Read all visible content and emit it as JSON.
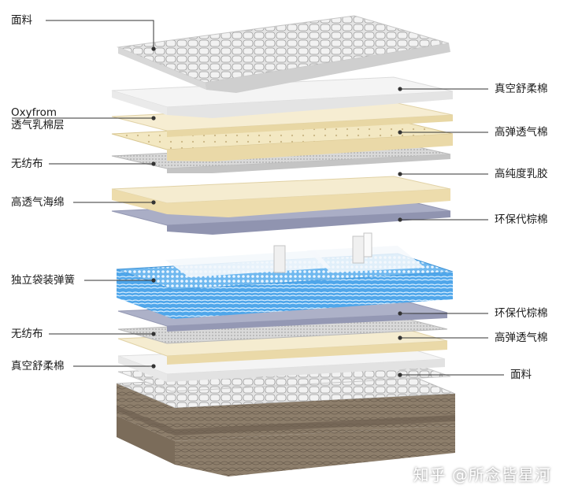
{
  "labels_left": [
    {
      "id": "mianliao-top",
      "text": "面料"
    },
    {
      "id": "oxyfrom",
      "line1": "Oxyfrom",
      "line2": "透气乳棉层"
    },
    {
      "id": "wufangbu-top",
      "text": "无纺布"
    },
    {
      "id": "gaotouqi-haimian",
      "text": "高透气海绵"
    },
    {
      "id": "duli-daizhuang",
      "text": "独立袋装弹簧"
    },
    {
      "id": "wufangbu-bottom",
      "text": "无纺布"
    },
    {
      "id": "zhenkong-bottom",
      "text": "真空舒柔棉"
    }
  ],
  "labels_right": [
    {
      "id": "zhenkong-top",
      "text": "真空舒柔棉"
    },
    {
      "id": "gaotan-top",
      "text": "高弹透气棉"
    },
    {
      "id": "gaochun-rujiao",
      "text": "高纯度乳胶"
    },
    {
      "id": "huanbao-top",
      "text": "环保代棕棉"
    },
    {
      "id": "huanbao-bottom",
      "text": "环保代棕棉"
    },
    {
      "id": "gaotan-bottom",
      "text": "高弹透气棉"
    },
    {
      "id": "mianliao-bottom",
      "text": "面料"
    }
  ],
  "watermark": "知乎 @所念皆星河",
  "colors": {
    "leader_line": "#333333",
    "quilt": "#e6e6e6",
    "foam_white": "#f3f3f3",
    "latex_cream": "#f4e9c6",
    "nonwoven_grey": "#d4d4d4",
    "coir_blue_grey": "#a9adc4",
    "spring_blue": "#4aa4e8",
    "base_brown": "#8a7a68"
  }
}
